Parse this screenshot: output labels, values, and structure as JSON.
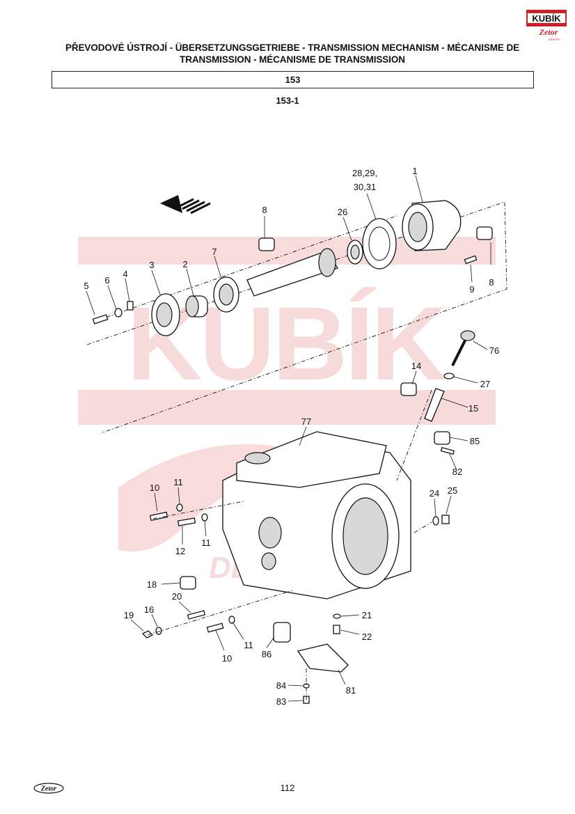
{
  "header": {
    "title": "PŘEVODOVÉ ÚSTROJÍ - ÜBERSETZUNGSGETRIEBE - TRANSMISSION MECHANISM - MÉCANISME DE TRANSMISSION - MÉCANISME DE TRANSMISSION",
    "section_number": "153",
    "figure_number": "153-1"
  },
  "logos": {
    "brand_top": "KUBÍK",
    "brand_top_sub": "Zetor",
    "brand_top_tag": "DEALER",
    "watermark": "KUBÍK",
    "watermark_sub": "DEALER",
    "brand_bottom": "Zetor"
  },
  "callouts": [
    "1",
    "2",
    "3",
    "4",
    "5",
    "6",
    "7",
    "8",
    "8",
    "9",
    "10",
    "10",
    "11",
    "11",
    "11",
    "12",
    "14",
    "15",
    "16",
    "18",
    "19",
    "20",
    "21",
    "22",
    "24",
    "25",
    "26",
    "27",
    "28,29,",
    "30,31",
    "76",
    "77",
    "81",
    "82",
    "83",
    "84",
    "85",
    "86"
  ],
  "footer": {
    "page_number": "112"
  },
  "colors": {
    "watermark": "#f7d8d8",
    "logo_red": "#cc1f26",
    "ink": "#111111"
  }
}
